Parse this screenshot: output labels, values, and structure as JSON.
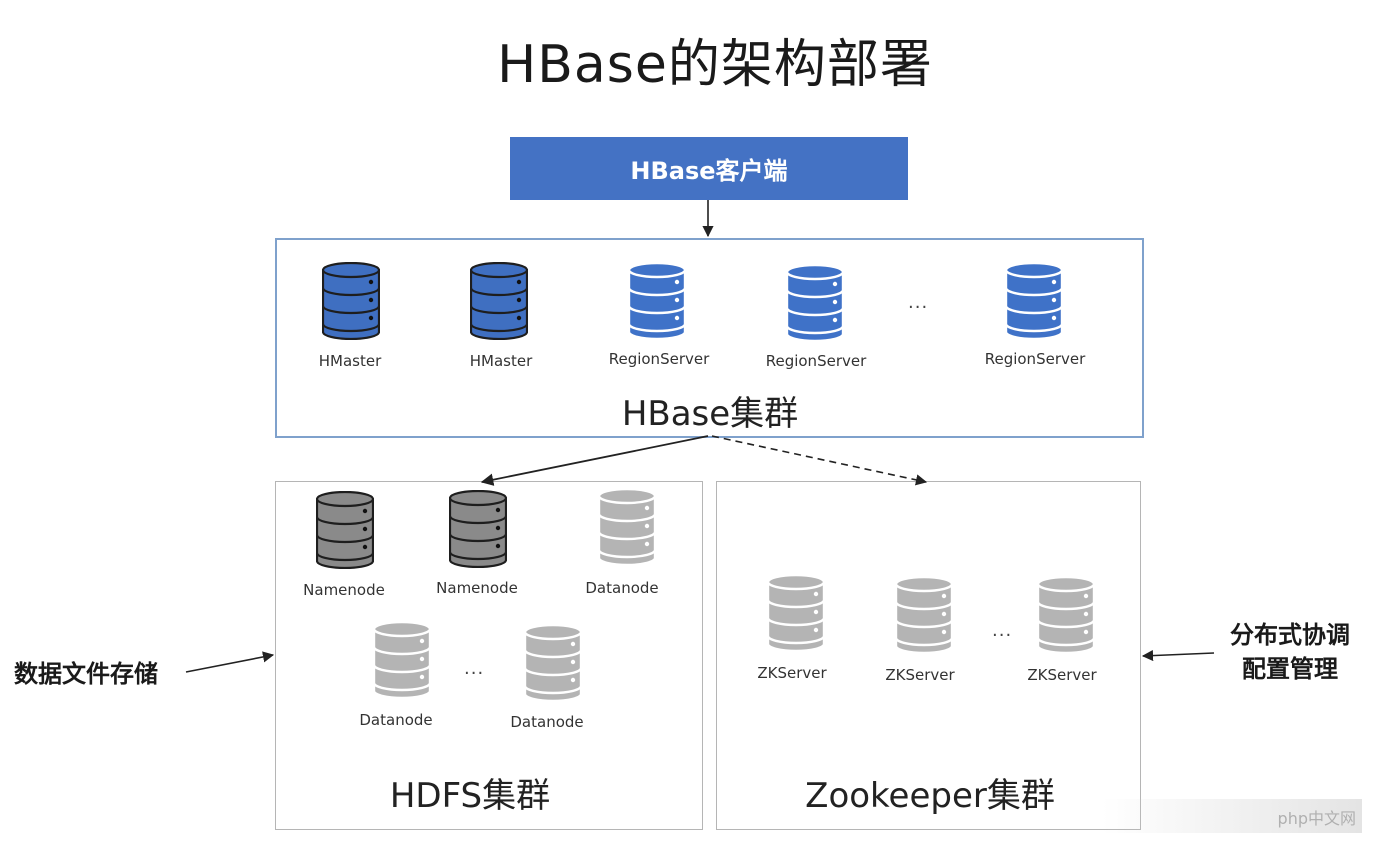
{
  "title": "HBase的架构部署",
  "client": {
    "label": "HBase客户端"
  },
  "hbase_cluster": {
    "label": "HBase集群",
    "nodes": [
      {
        "label": "HMaster",
        "color": "#3f6fc1"
      },
      {
        "label": "HMaster",
        "color": "#3f6fc1"
      },
      {
        "label": "RegionServer",
        "color": "#3f72c8"
      },
      {
        "label": "RegionServer",
        "color": "#3f72c8"
      },
      {
        "label": "RegionServer",
        "color": "#3f72c8"
      }
    ],
    "ellipsis": "..."
  },
  "hdfs_cluster": {
    "label": "HDFS集群",
    "nodes": [
      {
        "label": "Namenode",
        "color": "#8a8a8a"
      },
      {
        "label": "Namenode",
        "color": "#8a8a8a"
      },
      {
        "label": "Datanode",
        "color": "#b4b4b4"
      },
      {
        "label": "Datanode",
        "color": "#b4b4b4"
      },
      {
        "label": "Datanode",
        "color": "#b4b4b4"
      }
    ],
    "ellipsis": "..."
  },
  "zookeeper_cluster": {
    "label": "Zookeeper集群",
    "nodes": [
      {
        "label": "ZKServer",
        "color": "#b4b4b4"
      },
      {
        "label": "ZKServer",
        "color": "#b4b4b4"
      },
      {
        "label": "ZKServer",
        "color": "#b4b4b4"
      }
    ],
    "ellipsis": "..."
  },
  "annotations": {
    "hdfs": "数据文件存储",
    "zookeeper_line1": "分布式协调",
    "zookeeper_line2": "配置管理"
  },
  "watermark": "php中文网",
  "colors": {
    "client_fill": "#4472c4",
    "hbase_border": "#7fa1cc",
    "cluster_border": "#b5b5b5"
  }
}
